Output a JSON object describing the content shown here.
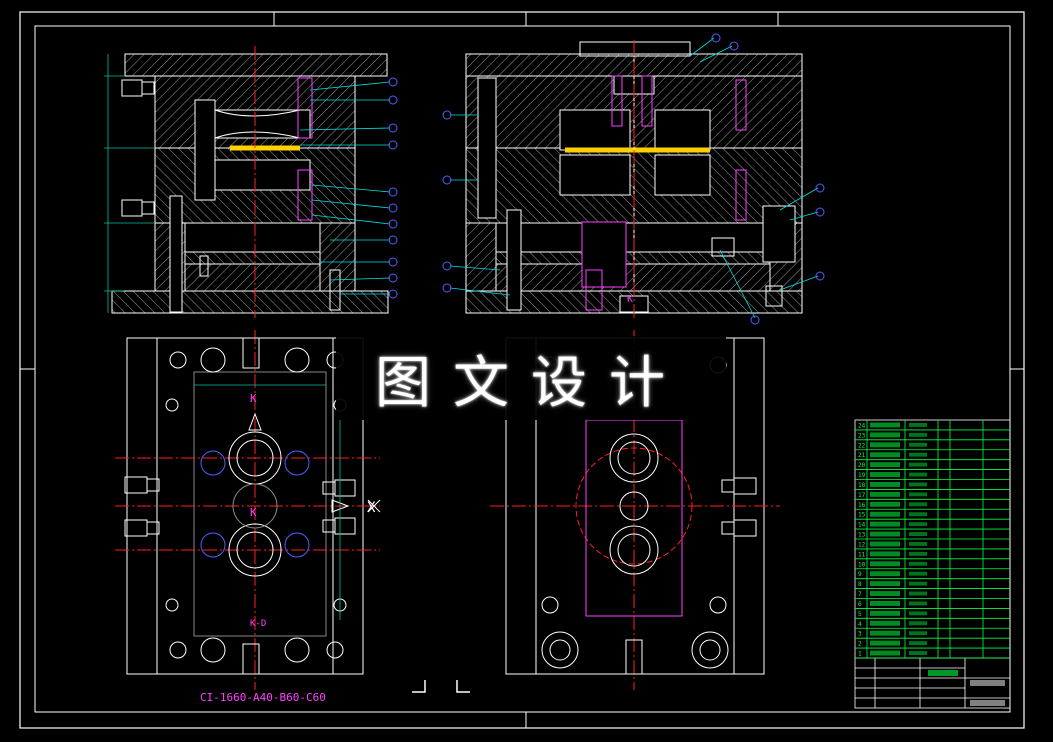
{
  "watermark": "图文设计",
  "mold_code": "CI-1660-A40-B60-C60",
  "section_markers": {
    "k": "K",
    "k_kd": "K-D",
    "x_mark": "X"
  },
  "table": {
    "rows": [
      {
        "no": "24"
      },
      {
        "no": "23"
      },
      {
        "no": "22"
      },
      {
        "no": "21"
      },
      {
        "no": "20"
      },
      {
        "no": "19"
      },
      {
        "no": "18"
      },
      {
        "no": "17"
      },
      {
        "no": "16"
      },
      {
        "no": "15"
      },
      {
        "no": "14"
      },
      {
        "no": "13"
      },
      {
        "no": "12"
      },
      {
        "no": "11"
      },
      {
        "no": "10"
      },
      {
        "no": "9"
      },
      {
        "no": "8"
      },
      {
        "no": "7"
      },
      {
        "no": "6"
      },
      {
        "no": "5"
      },
      {
        "no": "4"
      },
      {
        "no": "3"
      },
      {
        "no": "2"
      },
      {
        "no": "1"
      }
    ]
  },
  "colors": {
    "frame": "#ffffff",
    "outline": "#ffffff",
    "hatch": "#bbbbbb",
    "centerline": "#ff2020",
    "leader": "#00e0e0",
    "balloon": "#5060ff",
    "part": "#ff40ff",
    "insert": "#ffd000",
    "table": "#00ff40",
    "dimension": "#00c0a0"
  }
}
